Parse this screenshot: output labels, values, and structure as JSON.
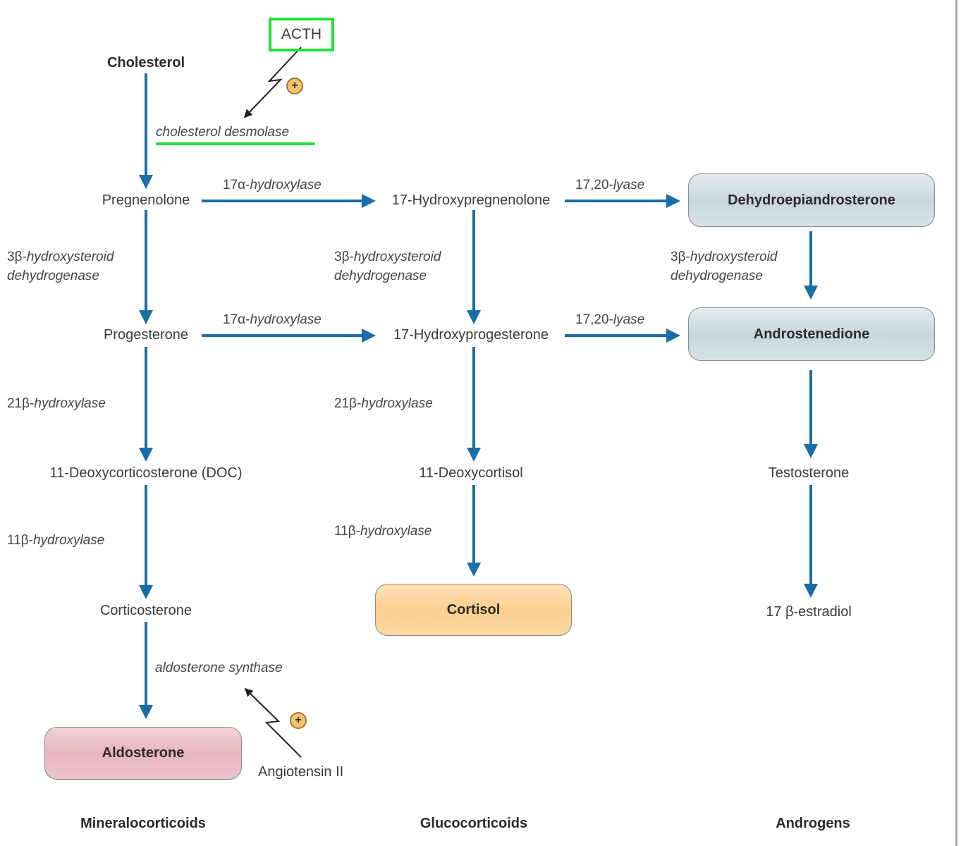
{
  "title": "Adrenal steroid biosynthesis pathway",
  "colors": {
    "arrow": "#1a6ea8",
    "highlight": "#1fe13a",
    "androgen_box": "#cfdce1",
    "cortisol_box": "#fbcf8e",
    "aldosterone_box": "#e8b5bf",
    "plus_badge": "#f6c46a"
  },
  "regulators": {
    "acth": "ACTH",
    "angiotensin": "Angiotensin II",
    "plus_symbol": "+"
  },
  "nodes": {
    "cholesterol": "Cholesterol",
    "pregnenolone": "Pregnenolone",
    "progesterone": "Progesterone",
    "doc": "11-Deoxycorticosterone (DOC)",
    "corticosterone": "Corticosterone",
    "aldosterone": "Aldosterone",
    "hydroxypregnenolone": "17-Hydroxypregnenolone",
    "hydroxyprogesterone": "17-Hydroxyprogesterone",
    "deoxycortisol": "11-Deoxycortisol",
    "cortisol": "Cortisol",
    "dhea": "Dehydroepiandrosterone",
    "androstenedione": "Androstenedione",
    "testosterone": "Testosterone",
    "estradiol_prefix": "17 β",
    "estradiol_suffix": "-estradiol"
  },
  "enzymes": {
    "desmolase": "cholesterol desmolase",
    "hydroxylase17_prefix": "17α-",
    "hydroxylase17_suffix": "hydroxylase",
    "lyase_prefix": "17,20-",
    "lyase_suffix": "lyase",
    "hsd_prefix": "3β-",
    "hsd_line1": "hydroxysteroid",
    "hsd_line2": "dehydrogenase",
    "hydroxylase21_prefix": "21β-",
    "hydroxylase11_prefix": "11β-",
    "hydroxylase_suffix": "hydroxylase",
    "aldo_synthase": "aldosterone synthase"
  },
  "categories": {
    "mineralocorticoids": "Mineralocorticoids",
    "glucocorticoids": "Glucocorticoids",
    "androgens": "Androgens"
  }
}
